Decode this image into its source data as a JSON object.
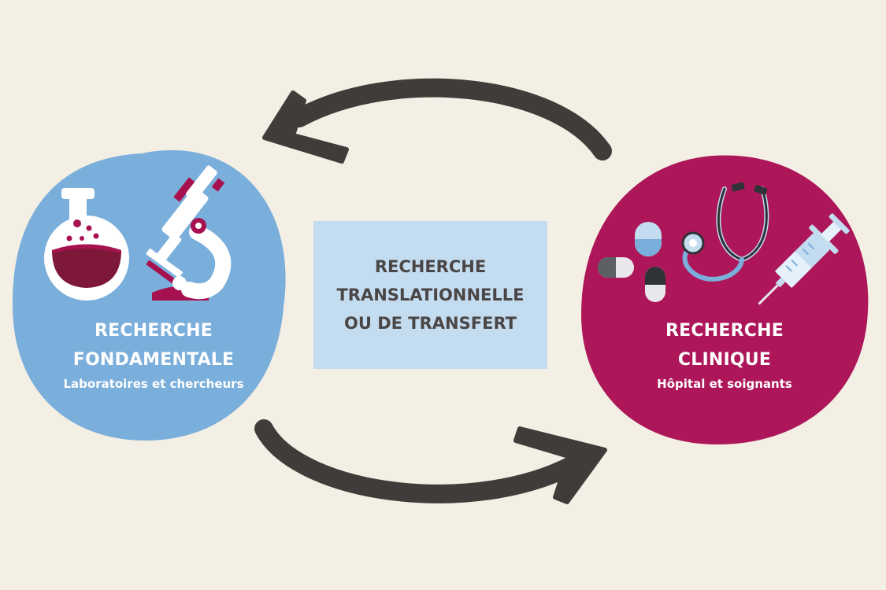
{
  "colors": {
    "background": "#f3efe4",
    "left_circle": "#7aaedb",
    "right_circle": "#ad1759",
    "middle_box": "#c4dcf0",
    "arrow": "#403c3a",
    "dark_text": "#4a4646",
    "magenta": "#a8114f",
    "flask_liquid": "#7d1838"
  },
  "left": {
    "title_line1": "RECHERCHE",
    "title_line2": "FONDAMENTALE",
    "subtitle": "Laboratoires et chercheurs"
  },
  "middle": {
    "line1": "RECHERCHE",
    "line2": "TRANSLATIONNELLE",
    "line3": "OU DE TRANSFERT"
  },
  "right": {
    "title_line1": "RECHERCHE",
    "title_line2": "CLINIQUE",
    "subtitle": "Hôpital et soignants"
  },
  "icons": {
    "left": [
      "flask-icon",
      "microscope-icon"
    ],
    "right": [
      "pills-icon",
      "stethoscope-icon",
      "syringe-icon"
    ]
  }
}
